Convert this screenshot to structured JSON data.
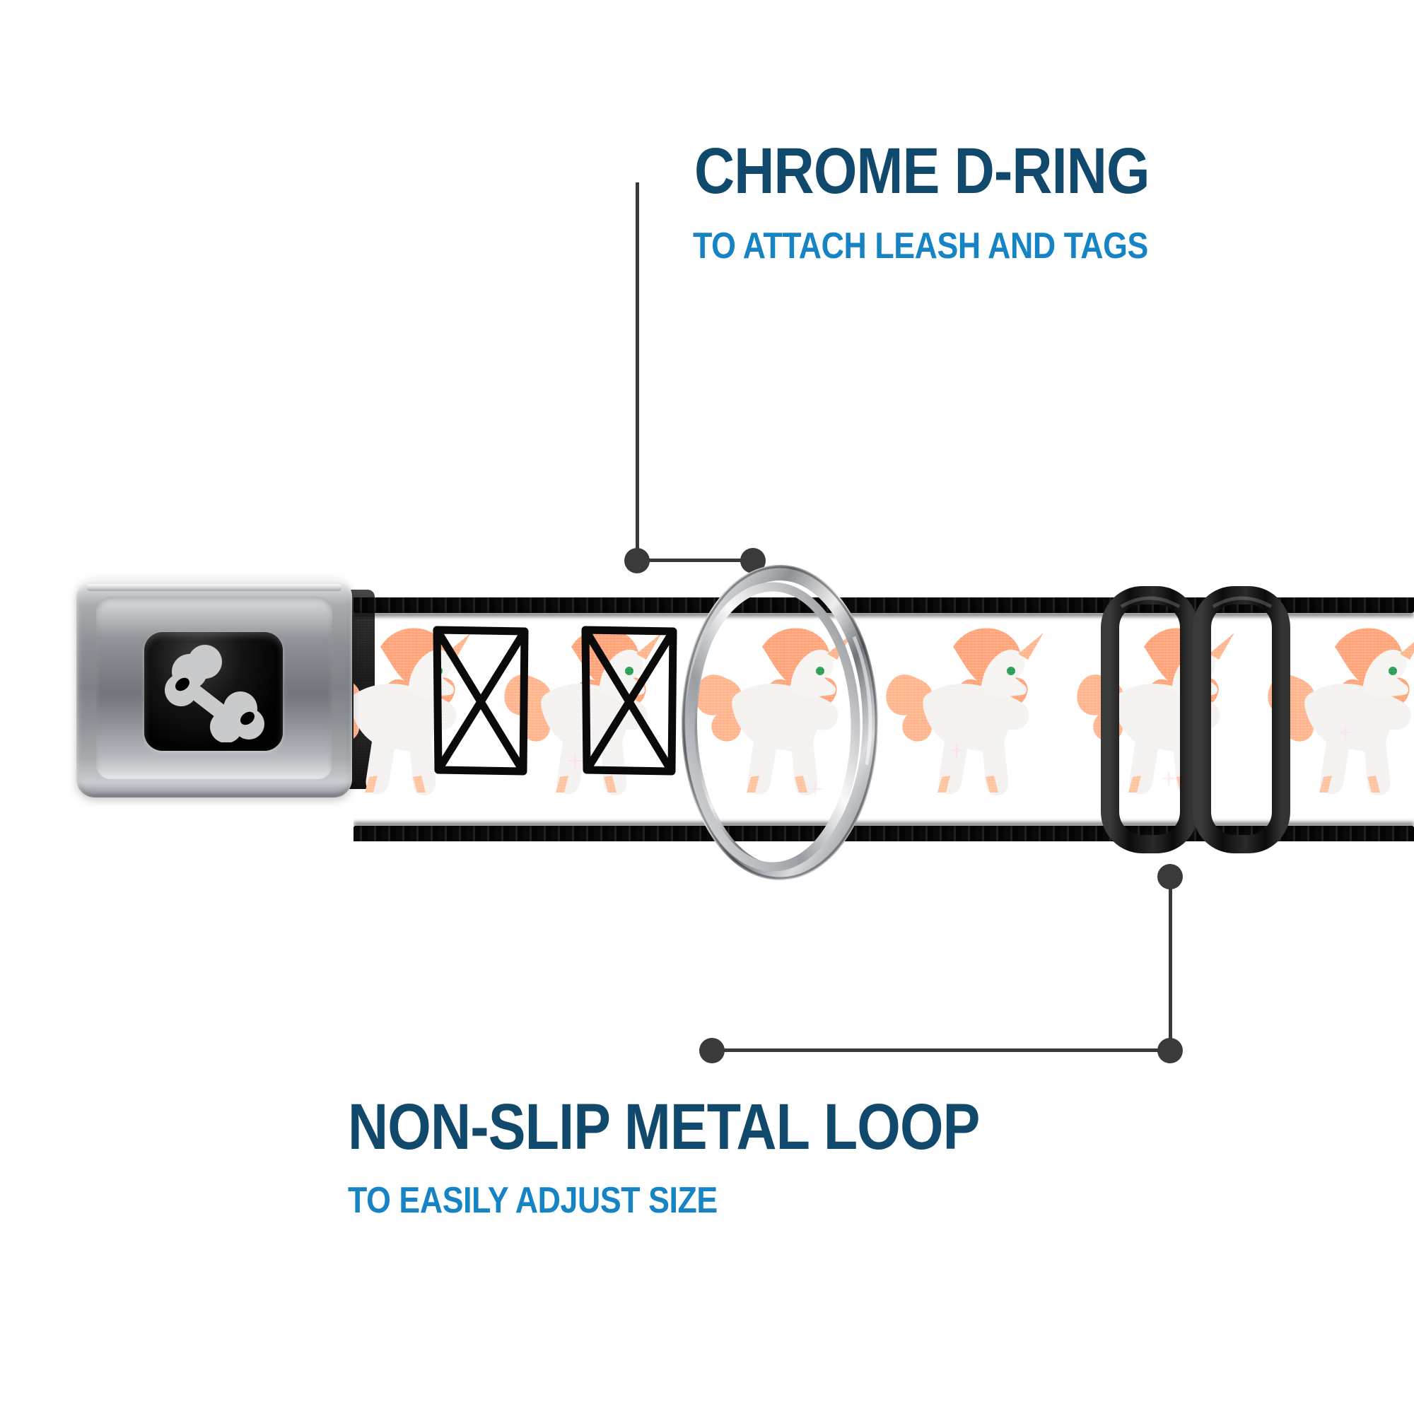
{
  "background_color": "#ffffff",
  "callouts": [
    {
      "id": "chrome-d-ring",
      "title": "CHROME D-RING",
      "subtitle": "TO ATTACH LEASH AND TAGS",
      "title_color": "#10496b",
      "subtitle_color": "#1583c4",
      "leader_color": "#3a3a3a",
      "points_to": "d-ring"
    },
    {
      "id": "non-slip-metal-loop",
      "title": "NON-SLIP METAL LOOP",
      "subtitle": "TO EASILY ADJUST SIZE",
      "title_color": "#10496b",
      "subtitle_color": "#1583c4",
      "leader_color": "#3a3a3a",
      "points_to": "metal-loop"
    }
  ],
  "product": {
    "type": "dog-collar",
    "buckle": {
      "name": "seatbelt-buckle",
      "finish": "chrome",
      "logo": "dog-bone-icon",
      "logo_color": "#c9cacb",
      "window_color": "#000000"
    },
    "strap": {
      "name": "webbing-strap",
      "pattern": "unicorns",
      "base_colors": [
        "#eba5d3",
        "#e956b8",
        "#c915a0",
        "#a80b8e"
      ],
      "unicorn_body_color": "#f4f2f0",
      "unicorn_mane_color": "#ffa57a",
      "unicorn_eye_color": "#2fa05a",
      "edge_color": "#0a0a0a",
      "stitch_boxes": 2
    },
    "d_ring": {
      "name": "d-ring",
      "finish": "chrome",
      "color": "#c6c8ca"
    },
    "metal_loop": {
      "name": "tri-glide-slider",
      "finish": "black-metal",
      "color": "#151515"
    }
  }
}
